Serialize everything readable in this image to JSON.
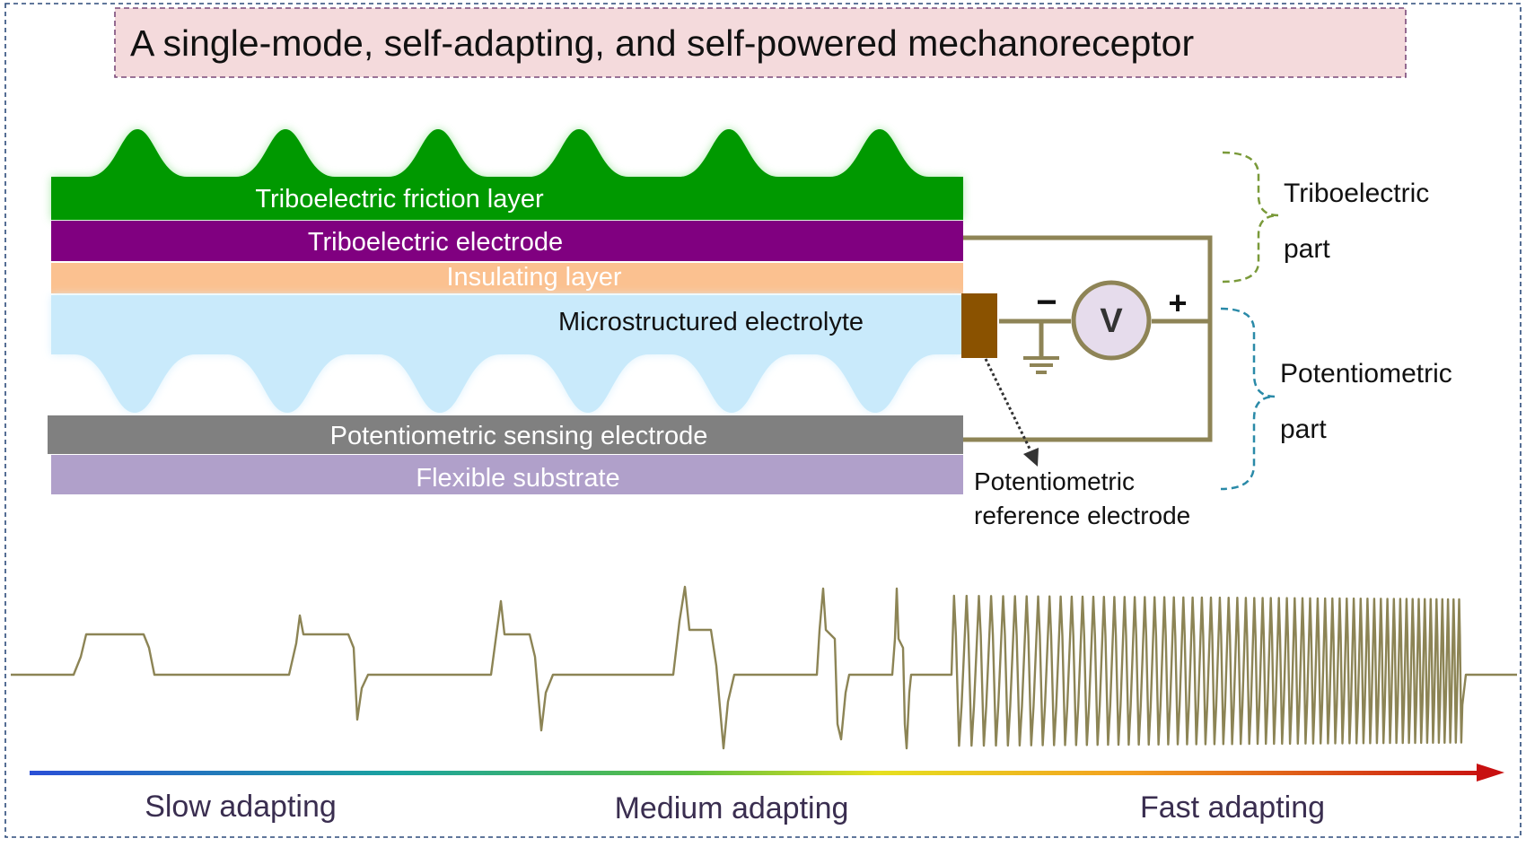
{
  "title": "A single-mode, self-adapting, and self-powered mechanoreceptor",
  "layers": {
    "friction": "Triboelectric friction layer",
    "tribo_electrode": "Triboelectric electrode",
    "insulating": "Insulating layer",
    "electrolyte": "Microstructured  electrolyte",
    "sensing": "Potentiometric sensing electrode",
    "substrate": "Flexible substrate"
  },
  "circuit": {
    "voltmeter": "V",
    "minus": "−",
    "plus": "+",
    "reference_line1": "Potentiometric",
    "reference_line2": "reference electrode"
  },
  "brackets": {
    "tribo_line1": "Triboelectric",
    "tribo_line2": "part",
    "potentio_line1": "Potentiometric",
    "potentio_line2": "part"
  },
  "adapting": {
    "slow": "Slow adapting",
    "medium": "Medium adapting",
    "fast": "Fast adapting"
  },
  "colors": {
    "friction": "#009900",
    "tribo_electrode": "#800080",
    "insulating": "#FBC190",
    "electrolyte": "#C9EAFB",
    "sensing": "#808080",
    "substrate": "#B0A0CA",
    "circuit": "#8E8456",
    "signal": "#8C8455",
    "reference_electrode": "#8A5200",
    "title_bg": "#F4DADC",
    "label_dark": "#3A2E50"
  }
}
